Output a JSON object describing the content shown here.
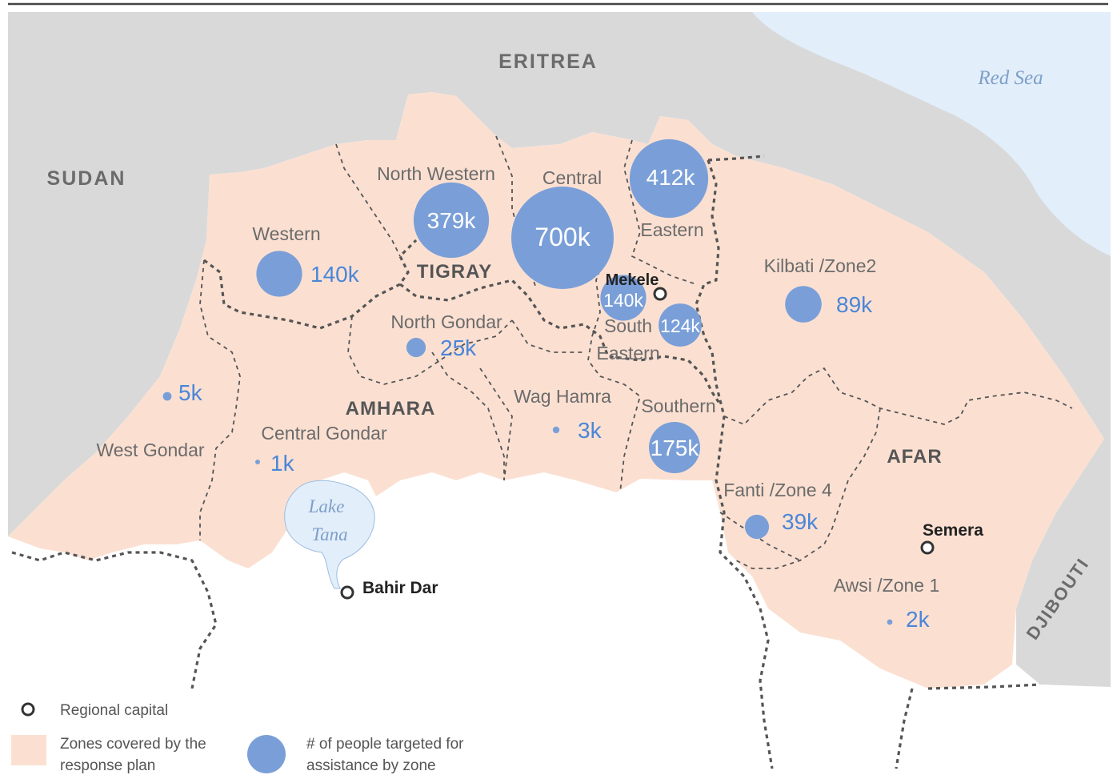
{
  "colors": {
    "land_other": "#d9d9d9",
    "zone_fill": "#fbe0d2",
    "water": "#e2eefa",
    "bubble": "#7a9fd8",
    "value_text": "#4a86d8",
    "water_text": "#7d9fc9",
    "border": "#555555"
  },
  "countries": {
    "eritrea": "ERITREA",
    "sudan": "SUDAN",
    "djibouti": "DJIBOUTI"
  },
  "water_bodies": {
    "red_sea": "Red Sea",
    "lake_line1": "Lake",
    "lake_line2": "Tana"
  },
  "regions": {
    "tigray": "TIGRAY",
    "amhara": "AMHARA",
    "afar": "AFAR"
  },
  "cities": {
    "mekele": "Mekele",
    "bahir_dar": "Bahir Dar",
    "semera": "Semera"
  },
  "zones": [
    {
      "name": "Western",
      "value": "140k",
      "people": 140000,
      "label_inside": false
    },
    {
      "name": "North Western",
      "value": "379k",
      "people": 379000,
      "label_inside": true
    },
    {
      "name": "Central",
      "value": "700k",
      "people": 700000,
      "label_inside": true
    },
    {
      "name": "Eastern",
      "value": "412k",
      "people": 412000,
      "label_inside": true
    },
    {
      "name": "Mekele",
      "value": "140k",
      "people": 140000,
      "label_inside": true
    },
    {
      "name": "South Eastern",
      "value": "124k",
      "people": 124000,
      "label_inside": true
    },
    {
      "name": "Southern",
      "value": "175k",
      "people": 175000,
      "label_inside": true
    },
    {
      "name": "Kilbati /Zone2",
      "value": "89k",
      "people": 89000,
      "label_inside": false
    },
    {
      "name": "North Gondar",
      "value": "25k",
      "people": 25000,
      "label_inside": false
    },
    {
      "name": "Wag Hamra",
      "value": "3k",
      "people": 3000,
      "label_inside": false
    },
    {
      "name": "Central Gondar",
      "value": "1k",
      "people": 1000,
      "label_inside": false
    },
    {
      "name": "West Gondar",
      "value": "5k",
      "people": 5000,
      "label_inside": false
    },
    {
      "name": "Fanti /Zone 4",
      "value": "39k",
      "people": 39000,
      "label_inside": false
    },
    {
      "name": "Awsi /Zone 1",
      "value": "2k",
      "people": 2000,
      "label_inside": false
    }
  ],
  "legend": {
    "capital": "Regional capital",
    "zones_line1": "Zones covered by the",
    "zones_line2": "response plan",
    "bubble_line1": "# of people targeted for",
    "bubble_line2": "assistance by zone"
  }
}
